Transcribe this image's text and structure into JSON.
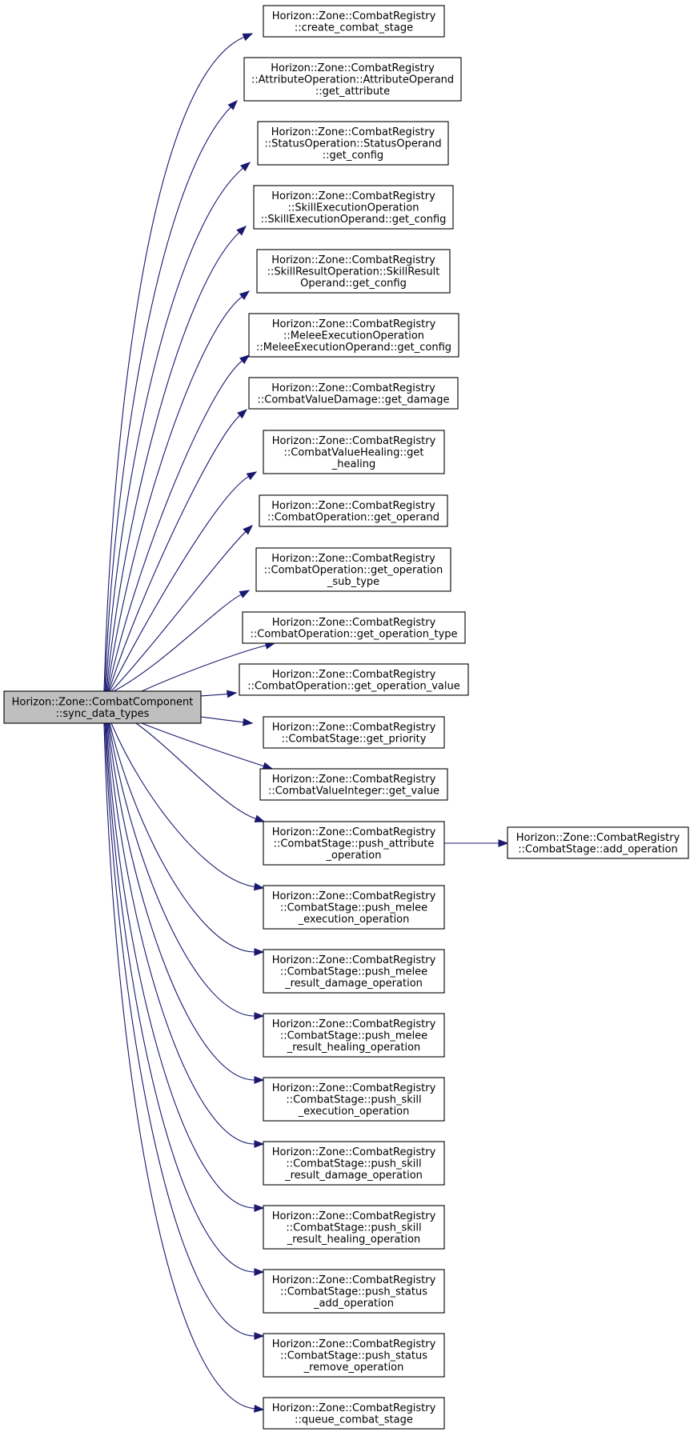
{
  "root": {
    "lines": [
      "Horizon::Zone::CombatComponent",
      "::sync_data_types"
    ]
  },
  "callees": [
    {
      "lines": [
        "Horizon::Zone::CombatRegistry",
        "::create_combat_stage"
      ]
    },
    {
      "lines": [
        "Horizon::Zone::CombatRegistry",
        "::AttributeOperation::AttributeOperand",
        "::get_attribute"
      ]
    },
    {
      "lines": [
        "Horizon::Zone::CombatRegistry",
        "::StatusOperation::StatusOperand",
        "::get_config"
      ]
    },
    {
      "lines": [
        "Horizon::Zone::CombatRegistry",
        "::SkillExecutionOperation",
        "::SkillExecutionOperand::get_config"
      ]
    },
    {
      "lines": [
        "Horizon::Zone::CombatRegistry",
        "::SkillResultOperation::SkillResult",
        "Operand::get_config"
      ]
    },
    {
      "lines": [
        "Horizon::Zone::CombatRegistry",
        "::MeleeExecutionOperation",
        "::MeleeExecutionOperand::get_config"
      ]
    },
    {
      "lines": [
        "Horizon::Zone::CombatRegistry",
        "::CombatValueDamage::get_damage"
      ]
    },
    {
      "lines": [
        "Horizon::Zone::CombatRegistry",
        "::CombatValueHealing::get",
        "_healing"
      ]
    },
    {
      "lines": [
        "Horizon::Zone::CombatRegistry",
        "::CombatOperation::get_operand"
      ]
    },
    {
      "lines": [
        "Horizon::Zone::CombatRegistry",
        "::CombatOperation::get_operation",
        "_sub_type"
      ]
    },
    {
      "lines": [
        "Horizon::Zone::CombatRegistry",
        "::CombatOperation::get_operation_type"
      ]
    },
    {
      "lines": [
        "Horizon::Zone::CombatRegistry",
        "::CombatOperation::get_operation_value"
      ]
    },
    {
      "lines": [
        "Horizon::Zone::CombatRegistry",
        "::CombatStage::get_priority"
      ]
    },
    {
      "lines": [
        "Horizon::Zone::CombatRegistry",
        "::CombatValueInteger::get_value"
      ]
    },
    {
      "lines": [
        "Horizon::Zone::CombatRegistry",
        "::CombatStage::push_attribute",
        "_operation"
      ]
    },
    {
      "lines": [
        "Horizon::Zone::CombatRegistry",
        "::CombatStage::push_melee",
        "_execution_operation"
      ]
    },
    {
      "lines": [
        "Horizon::Zone::CombatRegistry",
        "::CombatStage::push_melee",
        "_result_damage_operation"
      ]
    },
    {
      "lines": [
        "Horizon::Zone::CombatRegistry",
        "::CombatStage::push_melee",
        "_result_healing_operation"
      ]
    },
    {
      "lines": [
        "Horizon::Zone::CombatRegistry",
        "::CombatStage::push_skill",
        "_execution_operation"
      ]
    },
    {
      "lines": [
        "Horizon::Zone::CombatRegistry",
        "::CombatStage::push_skill",
        "_result_damage_operation"
      ]
    },
    {
      "lines": [
        "Horizon::Zone::CombatRegistry",
        "::CombatStage::push_skill",
        "_result_healing_operation"
      ]
    },
    {
      "lines": [
        "Horizon::Zone::CombatRegistry",
        "::CombatStage::push_status",
        "_add_operation"
      ]
    },
    {
      "lines": [
        "Horizon::Zone::CombatRegistry",
        "::CombatStage::push_status",
        "_remove_operation"
      ]
    },
    {
      "lines": [
        "Horizon::Zone::CombatRegistry",
        "::queue_combat_stage"
      ]
    }
  ],
  "secondary": {
    "parent_index": 14,
    "lines": [
      "Horizon::Zone::CombatRegistry",
      "::CombatStage::add_operation"
    ]
  },
  "colors": {
    "edge": "#191970",
    "root_fill": "#bfbfbf",
    "node_fill": "#ffffff",
    "border": "#000000"
  }
}
